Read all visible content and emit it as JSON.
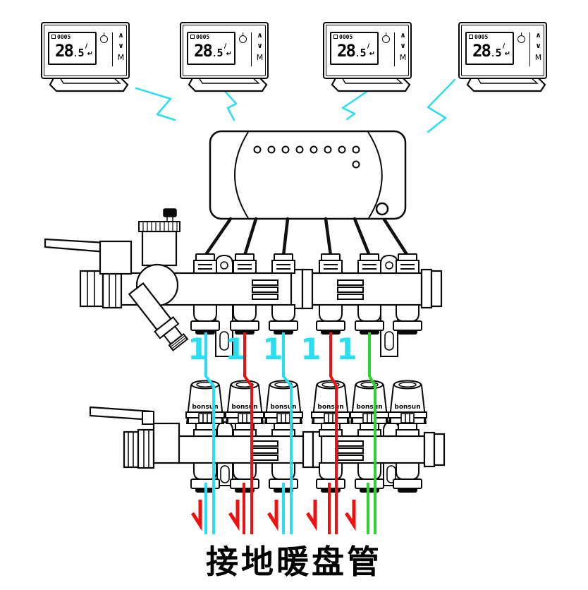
{
  "caption": {
    "text": "接地暖盘管"
  },
  "colors": {
    "line": "#0a0a0a",
    "signal": "#2adef2",
    "label": "#2adef2",
    "marker_red": "#ee1111"
  },
  "thermostats": {
    "units": [
      {
        "time": "0005",
        "temp_int": "28",
        "temp_sep": ".",
        "temp_dec": "5"
      },
      {
        "time": "0005",
        "temp_int": "28",
        "temp_sep": ".",
        "temp_dec": "5"
      },
      {
        "time": "0005",
        "temp_int": "28",
        "temp_sep": ".",
        "temp_dec": "5"
      },
      {
        "time": "0005",
        "temp_int": "28",
        "temp_sep": ".",
        "temp_dec": "5"
      }
    ],
    "icons": {
      "up": "∧",
      "down": "∨",
      "return_arrow": "↵"
    },
    "buttons": {
      "mode": "M"
    }
  },
  "manifold": {
    "actuator_brand": "bonsun"
  },
  "loops": [
    {
      "label": "1",
      "color": "#2adef2"
    },
    {
      "label": "1",
      "color": "#ee1111"
    },
    {
      "label": "1",
      "color": "#2adef2"
    },
    {
      "label": "1",
      "color": "#ee1111"
    },
    {
      "label": "1",
      "color": "#2fd32f"
    }
  ]
}
